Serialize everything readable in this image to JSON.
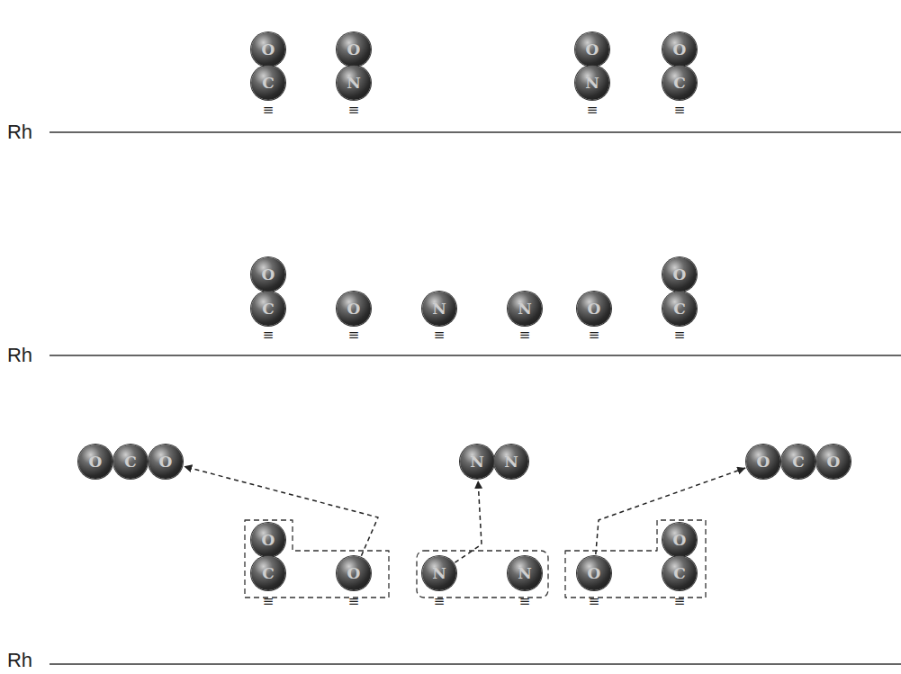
{
  "diagram": {
    "nodes": [
      {
        "text": [
          "O"
        ]
      },
      {
        "text": [
          "O"
        ]
      },
      {
        "text": [
          "O"
        ]
      },
      {
        "text": [
          "O"
        ]
      },
      {
        "text": [
          "C"
        ]
      },
      {
        "text": [
          "N"
        ]
      },
      {
        "text": [
          "N"
        ]
      },
      {
        "text": [
          "C"
        ]
      },
      {
        "text": [
          "O"
        ]
      },
      {
        "text": [
          "O"
        ]
      },
      {
        "text": [
          "C"
        ]
      },
      {
        "text": [
          "O"
        ]
      },
      {
        "text": [
          "N"
        ]
      },
      {
        "text": [
          "N"
        ]
      },
      {
        "text": [
          "O"
        ]
      },
      {
        "text": [
          "C"
        ]
      },
      {
        "text": [
          "O"
        ]
      },
      {
        "text": [
          "C"
        ]
      },
      {
        "text": [
          "O"
        ]
      },
      {
        "text": [
          "N"
        ]
      },
      {
        "text": [
          "N"
        ]
      },
      {
        "text": [
          "O"
        ]
      },
      {
        "text": [
          "C"
        ]
      },
      {
        "text": [
          "O"
        ]
      },
      {
        "text": [
          "O"
        ]
      },
      {
        "text": [
          "O"
        ]
      },
      {
        "text": [
          "C"
        ]
      },
      {
        "text": [
          "O"
        ]
      },
      {
        "text": [
          "N"
        ]
      },
      {
        "text": [
          "N"
        ]
      },
      {
        "text": [
          "O"
        ]
      },
      {
        "text": [
          "C"
        ]
      }
    ],
    "edges": [
      {
        "from": 27,
        "to": 18,
        "arrow": "to"
      },
      {
        "from": 28,
        "to": 19,
        "arrow": "to"
      },
      {
        "from": 30,
        "to": 21,
        "arrow": "to"
      }
    ],
    "labels": [
      "≡",
      "≡",
      "≡",
      "≡",
      "Rh",
      "≡",
      "≡",
      "≡",
      "≡",
      "≡",
      "≡",
      "Rh",
      "≡",
      "≡",
      "≡",
      "≡",
      "≡",
      "≡",
      "Rh"
    ]
  }
}
